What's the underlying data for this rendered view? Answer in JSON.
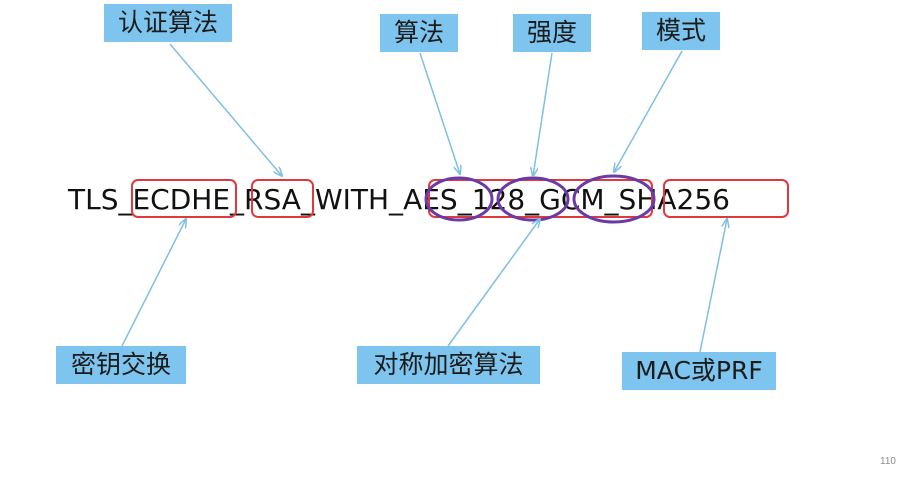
{
  "labels": {
    "auth_algorithm": "认证算法",
    "algorithm": "算法",
    "strength": "强度",
    "mode": "模式",
    "key_exchange": "密钥交换",
    "symmetric_encryption": "对称加密算法",
    "mac_or_prf": "MAC或PRF"
  },
  "cipher_suite": {
    "full_text": "TLS_ECDHE_RSA_WITH_AES_128_GCM_SHA256",
    "parts": {
      "p1": "TLS_",
      "key_exchange": "ECDHE",
      "sep1": "_",
      "auth": "RSA",
      "sep2": "_WITH_",
      "cipher": "AES",
      "sep3": "_",
      "strength": "128",
      "sep4": "_",
      "mode": "GCM",
      "sep5": "_",
      "mac": "SHA256"
    }
  },
  "page_number": "110",
  "colors": {
    "label_background": "#7dc5ee",
    "box_outline": "#e0393b",
    "ellipse_outline": "#6b3aa6",
    "arrow": "#7fbfe3"
  }
}
